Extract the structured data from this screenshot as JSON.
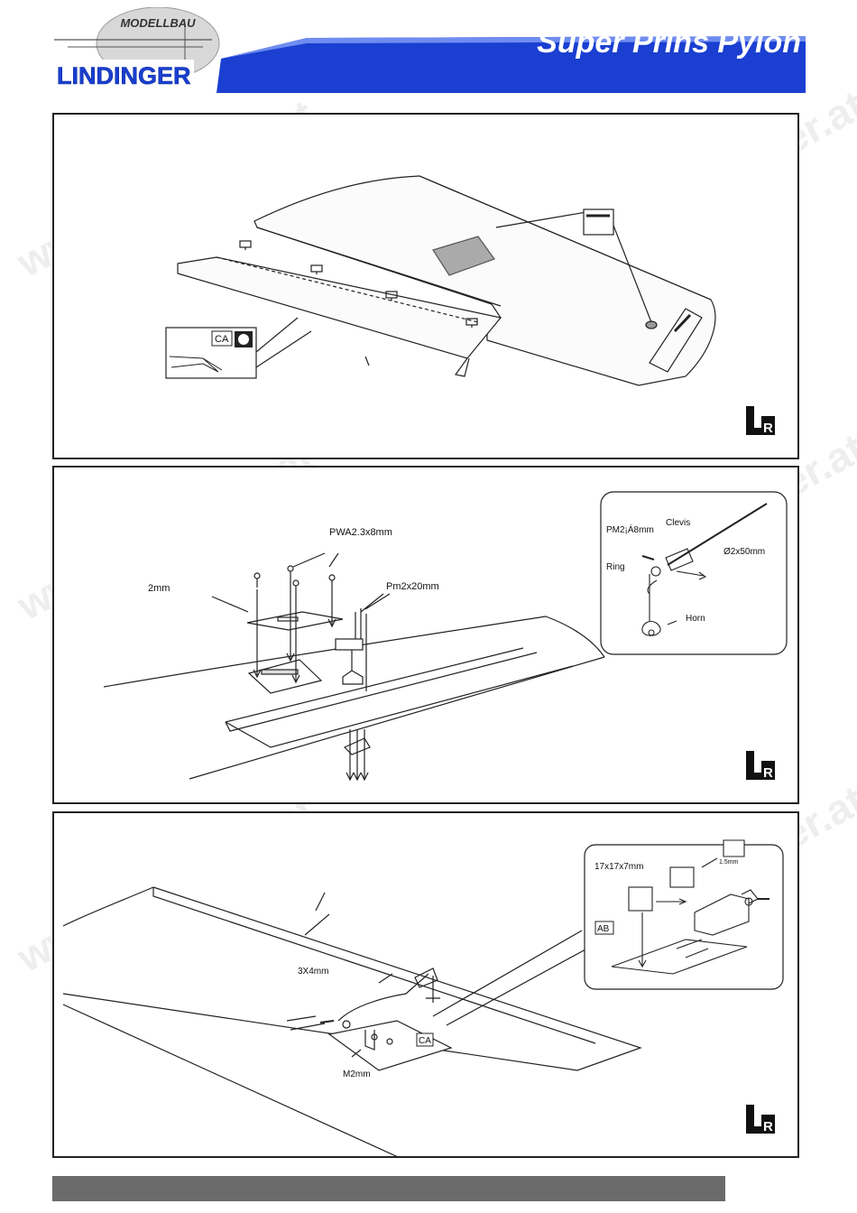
{
  "header": {
    "logo_top_text": "MODELLBAU",
    "logo_main_text": "LINDINGER",
    "title": "Super Prins Pylon",
    "brand_color": "#1a3fd1",
    "dark_brand_color": "#0b2a9e"
  },
  "watermark": "www.lindinger.at",
  "panel1": {
    "ca_label": "CA",
    "icon_hinge": "hinge-icon",
    "lr_badge": {
      "left": "L",
      "right": "R"
    }
  },
  "panel2": {
    "label_pwa": "PWA2.3x8mm",
    "label_2mm": "2mm",
    "label_pm": "Pm2x20mm",
    "inset": {
      "label_pm2": "PM2¡Á8mm",
      "label_clevis": "Clevis",
      "label_rod": "Ø2x50mm",
      "label_ring": "Ring",
      "label_horn": "Horn"
    },
    "lr_badge": {
      "left": "L",
      "right": "R"
    }
  },
  "panel3": {
    "label_3x4": "3X4mm",
    "label_m2": "M2mm",
    "label_ca": "CA",
    "inset": {
      "label_block": "17x17x7mm",
      "label_ab": "AB",
      "label_drill": "1.5mm"
    },
    "lr_badge": {
      "left": "L",
      "right": "R"
    }
  }
}
